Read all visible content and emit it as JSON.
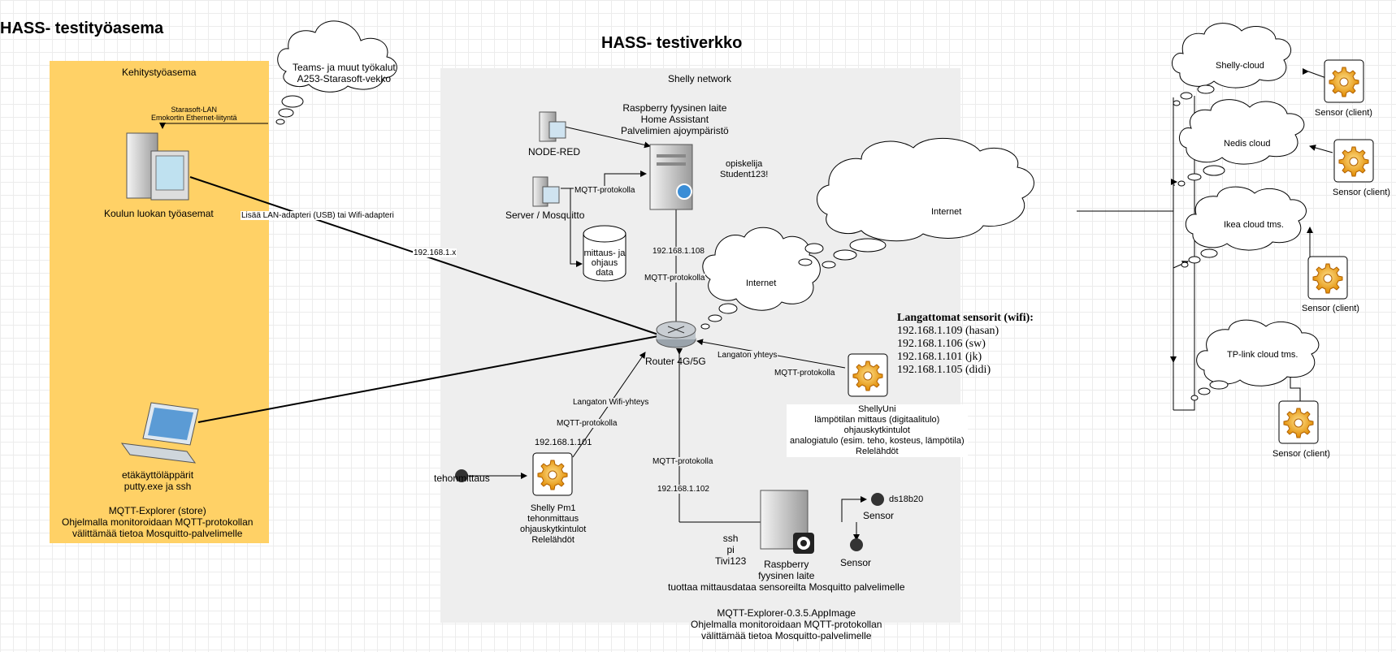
{
  "titles": {
    "workstation": "HASS- testityöasema",
    "network": "HASS- testiverkko"
  },
  "zones": {
    "dev_station": "Kehitystyöasema",
    "shelly_network": "Shelly network"
  },
  "workstation": {
    "teams_cloud_line1": "Teams- ja muut työkalut",
    "teams_cloud_line2": "A253-Starasoft-vekko",
    "lan_line1": "Starasoft-LAN",
    "lan_line2": "Emokortin Ethernet-liityntä",
    "pc_label": "Koulun luokan työasemat",
    "adapter_label": "Lisää LAN-adapteri (USB) tai Wifi-adapteri",
    "ip_range": "192.168.1.x",
    "laptop_line1": "etäkäyttöläppärit",
    "laptop_line2": "putty.exe ja ssh",
    "explorer_line1": "MQTT-Explorer (store)",
    "explorer_line2": "Ohjelmalla monitoroidaan MQTT-protokollan",
    "explorer_line3": "välittämää tietoa Mosquitto-palvelimelle"
  },
  "network": {
    "rpi_line1": "Raspberry fyysinen laite",
    "rpi_line2": "Home Assistant",
    "rpi_line3": "Palvelimien ajoympäristö",
    "credentials_line1": "opiskelija",
    "credentials_line2": "Student123!",
    "node_red": "NODE-RED",
    "server_mosquitto": "Server / Mosquitto",
    "mqtt_protocol": "MQTT-protokolla",
    "db_line1": "mittaus- ja",
    "db_line2": "ohjaus",
    "db_line3": "data",
    "ha_ip": "192.168.1.108",
    "internet_small": "Internet",
    "internet_large": "Internet",
    "router": "Router 4G/5G",
    "wireless_conn": "Langaton yhteys",
    "wifi_conn": "Langaton Wifi-yhteys",
    "pm1_ip": "192.168.1.101",
    "rpi2_ip": "192.168.1.102",
    "power_meter_input": "tehonmittaus",
    "pm1_line1": "Shelly Pm1",
    "pm1_line2": "tehonmittaus",
    "pm1_line3": "ohjauskytkintulot",
    "pm1_line4": "Relelähdöt",
    "uni_line1": "ShellyUni",
    "uni_line2": "lämpötilan mittaus (digitaalitulo)",
    "uni_line3": "ohjauskytkintulot",
    "uni_line4": "analogiatulo (esim. teho, kosteus, lämpötila)",
    "uni_line5": "Relelähdöt",
    "wireless_title": "Langattomat sensorit (wifi):",
    "wireless_ips": [
      "192.168.1.109 (hasan)",
      "192.168.1.106 (sw)",
      "192.168.1.101 (jk)",
      "192.168.1.105 (didi)"
    ],
    "ssh_line1": "ssh",
    "ssh_line2": "pi",
    "ssh_line3": "Tivi123",
    "rpi2_line1": "Raspberry",
    "rpi2_line2": "fyysinen laite",
    "rpi2_line3": "tuottaa mittausdataa sensoreilta Mosquitto palvelimelle",
    "ds18b20": "ds18b20",
    "sensor_a": "Sensor",
    "sensor_b": "Sensor",
    "explorer_line1": "MQTT-Explorer-0.3.5.AppImage",
    "explorer_line2": "Ohjelmalla monitoroidaan MQTT-protokollan",
    "explorer_line3": "välittämää tietoa Mosquitto-palvelimelle"
  },
  "clouds": {
    "shelly": "Shelly-cloud",
    "nedis": "Nedis cloud",
    "ikea": "Ikea cloud tms.",
    "tplink": "TP-link cloud tms.",
    "sensor_client_1": "Sensor (client)",
    "sensor_client_2": "Sensor (client)",
    "sensor_client_3": "Sensor (client)",
    "sensor_client_4": "Sensor (client)"
  },
  "colors": {
    "dev_zone": "#ffd166",
    "network_zone": "#eeeeee",
    "gear": "#f5a623"
  }
}
